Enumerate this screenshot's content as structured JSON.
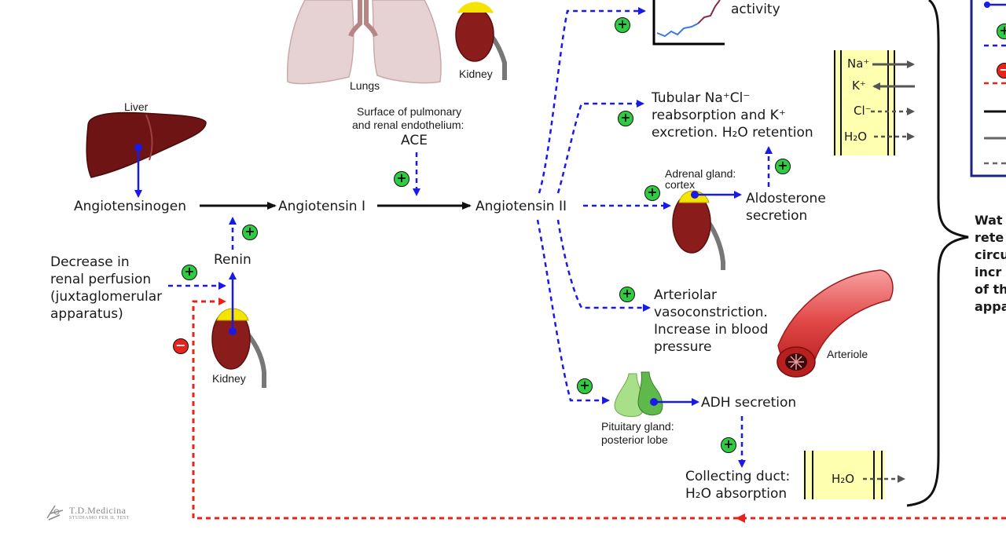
{
  "labels": {
    "lungs": "Lungs",
    "kidney_top": "Kidney",
    "activity": "activity",
    "liver": "Liver",
    "surface_line1": "Surface of pulmonary",
    "surface_line2": "and renal endothelium:",
    "ace": "ACE",
    "angiotensinogen": "Angiotensinogen",
    "angiotensin1": "Angiotensin I",
    "angiotensin2": "Angiotensin II",
    "renin": "Renin",
    "decrease_line1": "Decrease in",
    "decrease_line2": "renal perfusion",
    "decrease_line3": "(juxtaglomerular",
    "decrease_line4": "apparatus)",
    "kidney_bottom": "Kidney",
    "tubular_line1": "Tubular Na⁺Cl⁻",
    "tubular_line2": "reabsorption and K⁺",
    "tubular_line3": "excretion. H₂O retention",
    "adrenal_line1": "Adrenal gland:",
    "adrenal_line2": "cortex",
    "aldosterone_line1": "Aldosterone",
    "aldosterone_line2": "secretion",
    "arteriolar_line1": "Arteriolar",
    "arteriolar_line2": "vasoconstriction.",
    "arteriolar_line3": "Increase in blood",
    "arteriolar_line4": "pressure",
    "arteriole": "Arteriole",
    "pituitary_line1": "Pituitary gland:",
    "pituitary_line2": "posterior lobe",
    "adh": "ADH secretion",
    "collecting_line1": "Collecting duct:",
    "collecting_line2": "H₂O absorption",
    "water_line1": "Wat",
    "water_line2": "rete",
    "water_line3": "circu",
    "water_line4": "incr",
    "water_line5": "of th",
    "water_line6": "appa"
  },
  "ions": [
    "Na⁺",
    "K⁺",
    "Cl⁻",
    "H₂O"
  ],
  "duct_ion": "H₂O",
  "signs": {
    "plus": "+",
    "minus": "−"
  },
  "watermark": {
    "brand": "T.D.Medicina",
    "tagline": "STUDIAMO PER IL TEST"
  },
  "colors": {
    "blue_arrow": "#1a1ae6",
    "red_arrow": "#e8231b",
    "plus_badge": "#2ecc40",
    "minus_badge": "#e8231b",
    "kidney": "#8b1c1c",
    "liver": "#6e1414",
    "membrane": "#ffffb0",
    "legend_border": "#1a237e"
  }
}
